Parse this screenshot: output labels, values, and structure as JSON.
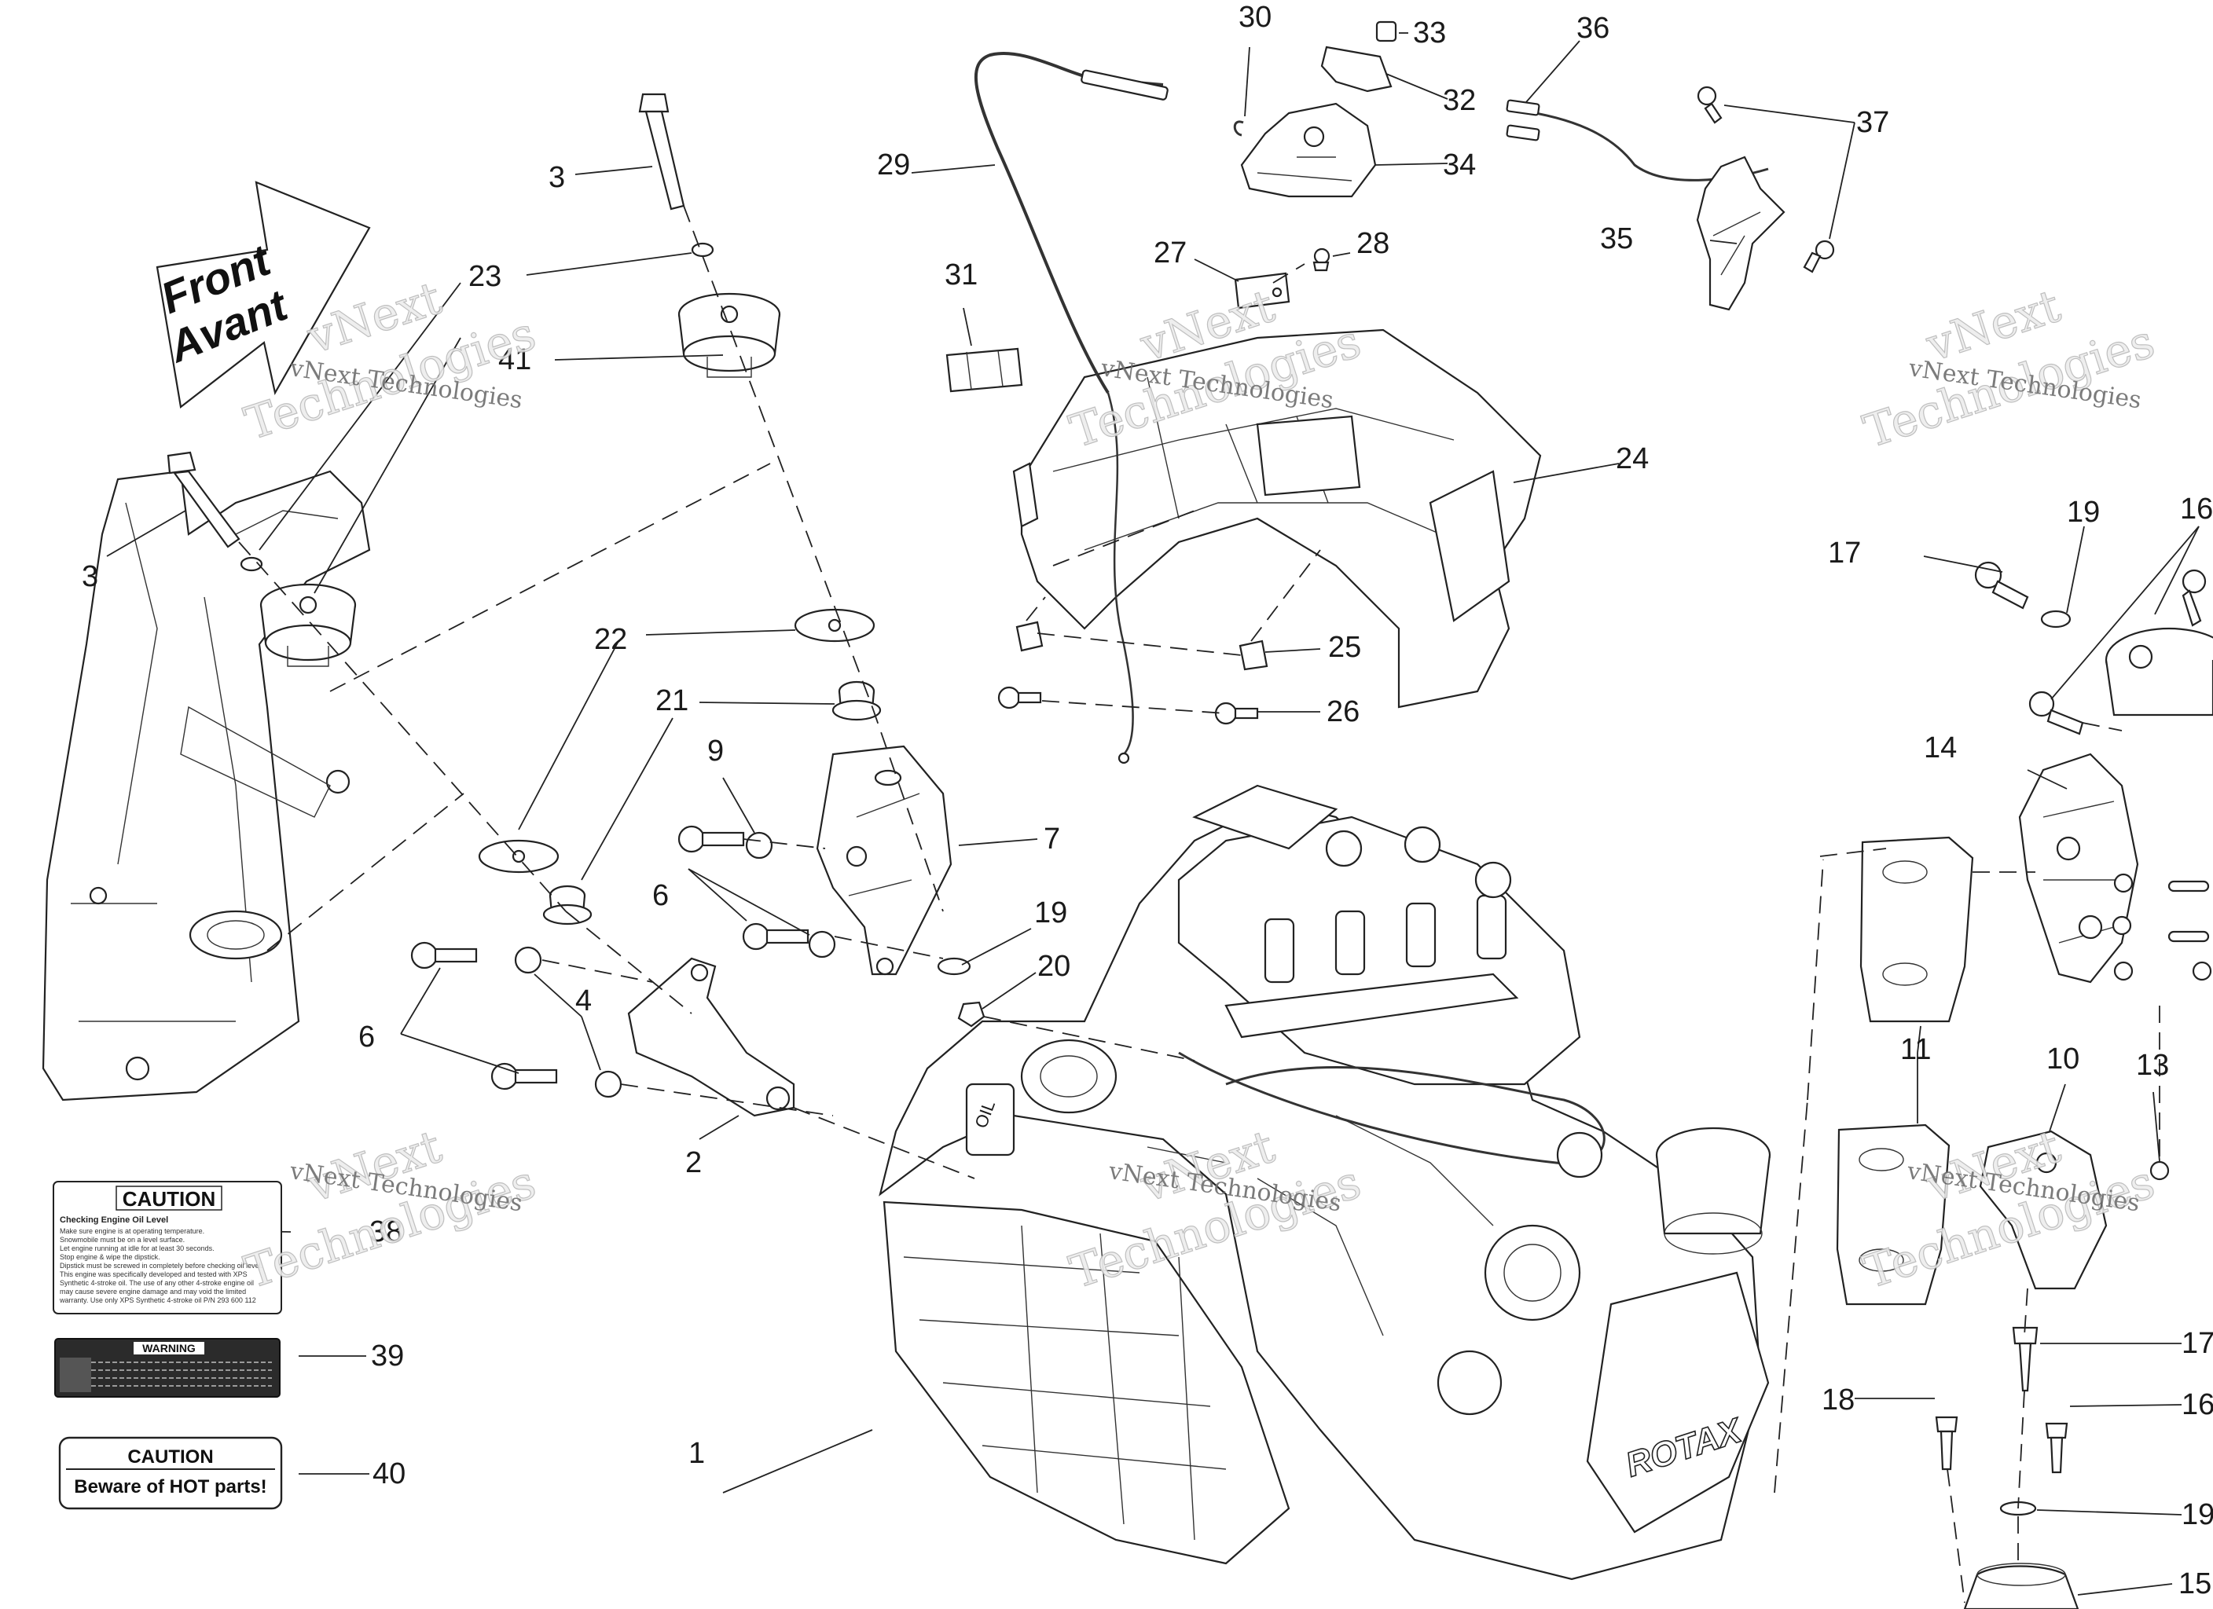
{
  "diagram": {
    "callouts": [
      {
        "id": "c1",
        "text": "1"
      },
      {
        "id": "c2",
        "text": "2"
      },
      {
        "id": "c3a",
        "text": "3"
      },
      {
        "id": "c3b",
        "text": "3"
      },
      {
        "id": "c4",
        "text": "4"
      },
      {
        "id": "c6a",
        "text": "6"
      },
      {
        "id": "c6b",
        "text": "6"
      },
      {
        "id": "c7",
        "text": "7"
      },
      {
        "id": "c9",
        "text": "9"
      },
      {
        "id": "c10",
        "text": "10"
      },
      {
        "id": "c11",
        "text": "11"
      },
      {
        "id": "c13",
        "text": "13"
      },
      {
        "id": "c14",
        "text": "14"
      },
      {
        "id": "c15",
        "text": "15"
      },
      {
        "id": "c16a",
        "text": "16"
      },
      {
        "id": "c16b",
        "text": "16"
      },
      {
        "id": "c17a",
        "text": "17"
      },
      {
        "id": "c17b",
        "text": "17"
      },
      {
        "id": "c18",
        "text": "18"
      },
      {
        "id": "c19a",
        "text": "19"
      },
      {
        "id": "c19b",
        "text": "19"
      },
      {
        "id": "c19c",
        "text": "19"
      },
      {
        "id": "c20",
        "text": "20"
      },
      {
        "id": "c21",
        "text": "21"
      },
      {
        "id": "c22",
        "text": "22"
      },
      {
        "id": "c23",
        "text": "23"
      },
      {
        "id": "c24",
        "text": "24"
      },
      {
        "id": "c25",
        "text": "25"
      },
      {
        "id": "c26",
        "text": "26"
      },
      {
        "id": "c27",
        "text": "27"
      },
      {
        "id": "c28",
        "text": "28"
      },
      {
        "id": "c29",
        "text": "29"
      },
      {
        "id": "c30",
        "text": "30"
      },
      {
        "id": "c31",
        "text": "31"
      },
      {
        "id": "c32",
        "text": "32"
      },
      {
        "id": "c33",
        "text": "33"
      },
      {
        "id": "c34",
        "text": "34"
      },
      {
        "id": "c35",
        "text": "35"
      },
      {
        "id": "c36",
        "text": "36"
      },
      {
        "id": "c37",
        "text": "37"
      },
      {
        "id": "c38",
        "text": "38"
      },
      {
        "id": "c39",
        "text": "39"
      },
      {
        "id": "c40",
        "text": "40"
      },
      {
        "id": "c41",
        "text": "41"
      }
    ],
    "front_arrow": {
      "line1": "Front",
      "line2": "Avant"
    },
    "watermark": {
      "company": "vNext Technologies",
      "line_a": "vNext",
      "line_b": "Technologies"
    },
    "labels": {
      "caution_oil": {
        "title": "CAUTION",
        "heading": "Checking Engine Oil Level",
        "lines": [
          "Make sure engine is at operating temperature.",
          "Snowmobile must be on a level surface.",
          "Let engine running at idle for at least 30 seconds.",
          "Stop engine & wipe the dipstick.",
          "Dipstick must be screwed in completely before checking oil level.",
          "This engine was specifically developed and tested with XPS",
          "Synthetic 4-stroke oil. The use of any other 4-stroke engine oil",
          "may cause severe engine damage and may void the limited",
          "warranty. Use only XPS Synthetic 4-stroke oil P/N 293 600 112"
        ]
      },
      "warning": {
        "title": "WARNING"
      },
      "caution_hot": {
        "title": "CAUTION",
        "text": "Beware of HOT parts!"
      }
    },
    "engine_brand": "ROTAX",
    "engine_tag": "OIL"
  }
}
